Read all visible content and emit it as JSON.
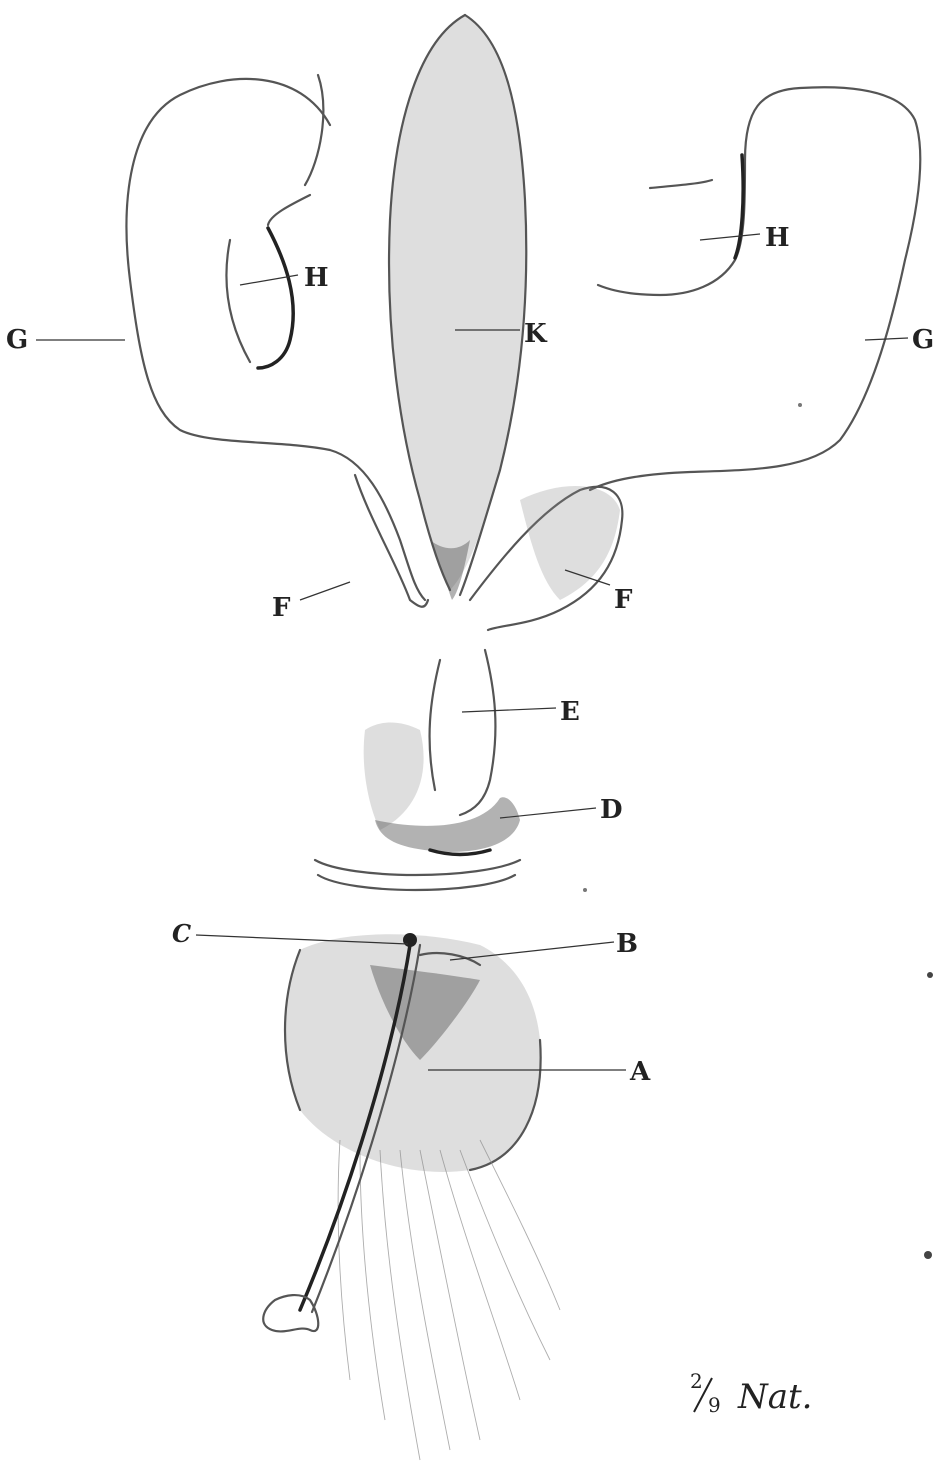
{
  "labels": {
    "A": "A",
    "B": "B",
    "C": "C",
    "D": "D",
    "E": "E",
    "F_left": "F",
    "F_right": "F",
    "G_left": "G",
    "G_right": "G",
    "H_left": "H",
    "H_right": "H",
    "K": "K"
  },
  "scale": {
    "numerator": "2",
    "denominator": "9",
    "text": "Nat."
  },
  "colors": {
    "ink": "#222222",
    "shade": "#8a8a8a",
    "paper": "#ffffff"
  }
}
